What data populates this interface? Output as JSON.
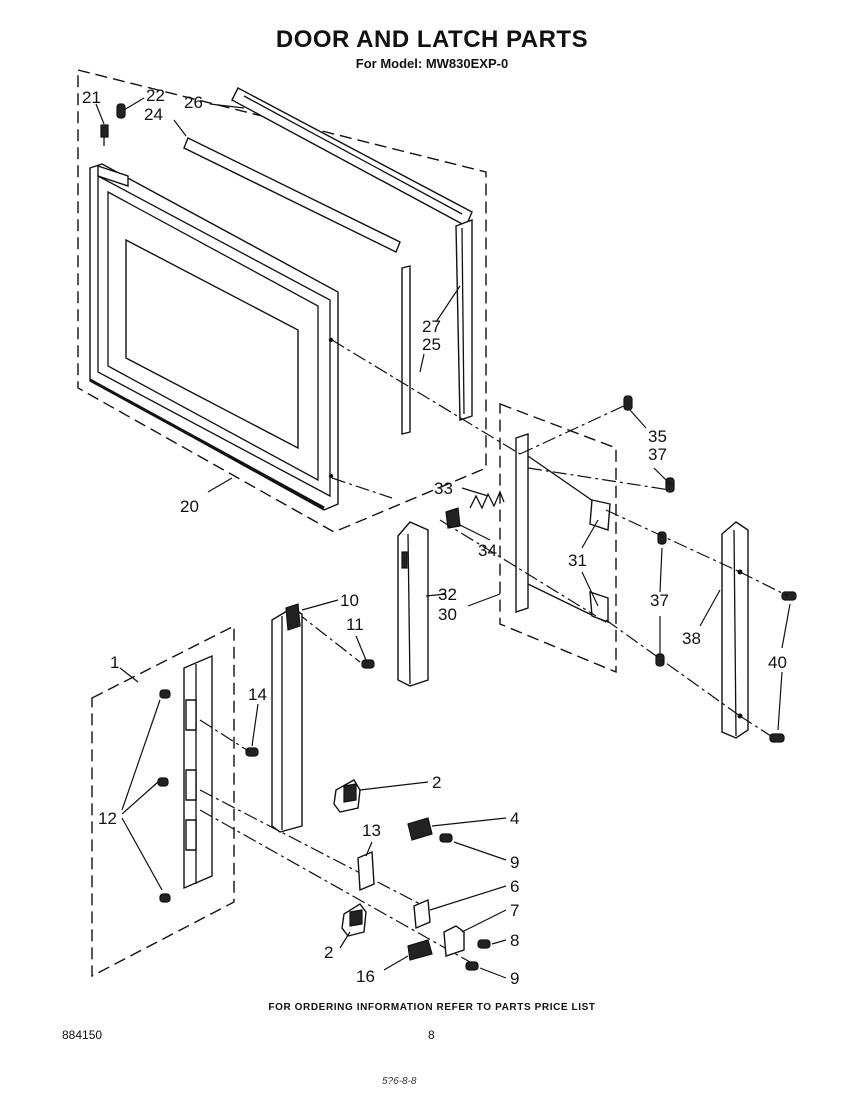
{
  "header": {
    "title": "DOOR AND LATCH PARTS",
    "subtitle": "For Model: MW830EXP-0"
  },
  "footer": {
    "ordering_note": "FOR ORDERING INFORMATION REFER TO PARTS PRICE LIST",
    "document_number": "884150",
    "page_number": "8",
    "handwritten_note": "5?6-8-8"
  },
  "callouts": {
    "c1": "1",
    "c2a": "2",
    "c2b": "2",
    "c4": "4",
    "c6": "6",
    "c7": "7",
    "c8": "8",
    "c9a": "9",
    "c9b": "9",
    "c10": "10",
    "c11": "11",
    "c12": "12",
    "c13": "13",
    "c14": "14",
    "c16": "16",
    "c20": "20",
    "c21": "21",
    "c22": "22",
    "c24": "24",
    "c25": "25",
    "c26": "26",
    "c27": "27",
    "c30": "30",
    "c31": "31",
    "c32": "32",
    "c33": "33",
    "c34": "34",
    "c35": "35",
    "c37a": "37",
    "c37b": "37",
    "c38": "38",
    "c40": "40"
  }
}
